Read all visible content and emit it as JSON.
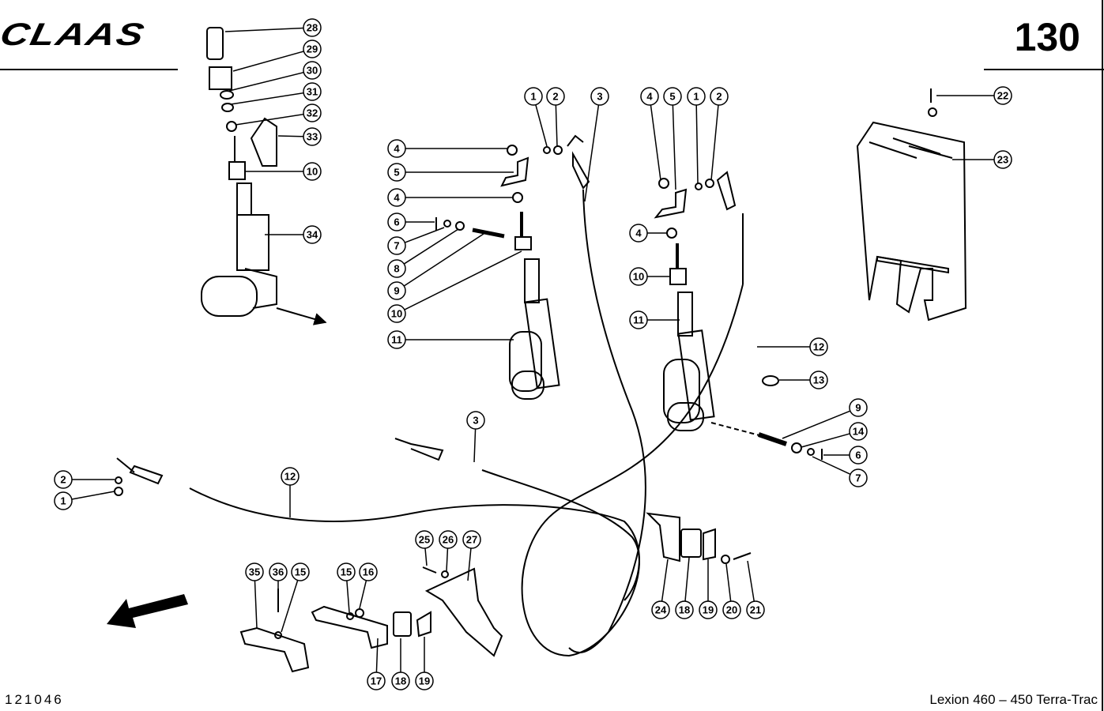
{
  "header": {
    "brand": "CLAAS",
    "page_number": "130"
  },
  "footer": {
    "figure_number": "121046",
    "model": "Lexion 460 – 450 Terra-Trac"
  },
  "callouts": [
    "28",
    "29",
    "30",
    "31",
    "32",
    "33",
    "10",
    "34",
    "1",
    "2",
    "3",
    "4",
    "5",
    "4",
    "6",
    "7",
    "8",
    "9",
    "10",
    "11",
    "4",
    "5",
    "1",
    "2",
    "4",
    "10",
    "11",
    "12",
    "13",
    "9",
    "14",
    "6",
    "7",
    "22",
    "23",
    "2",
    "1",
    "12",
    "3",
    "35",
    "36",
    "15",
    "15",
    "16",
    "25",
    "26",
    "27",
    "17",
    "18",
    "19",
    "24",
    "18",
    "19",
    "20",
    "21"
  ],
  "icons": {
    "direction_arrow": "arrow-left-down-icon"
  }
}
